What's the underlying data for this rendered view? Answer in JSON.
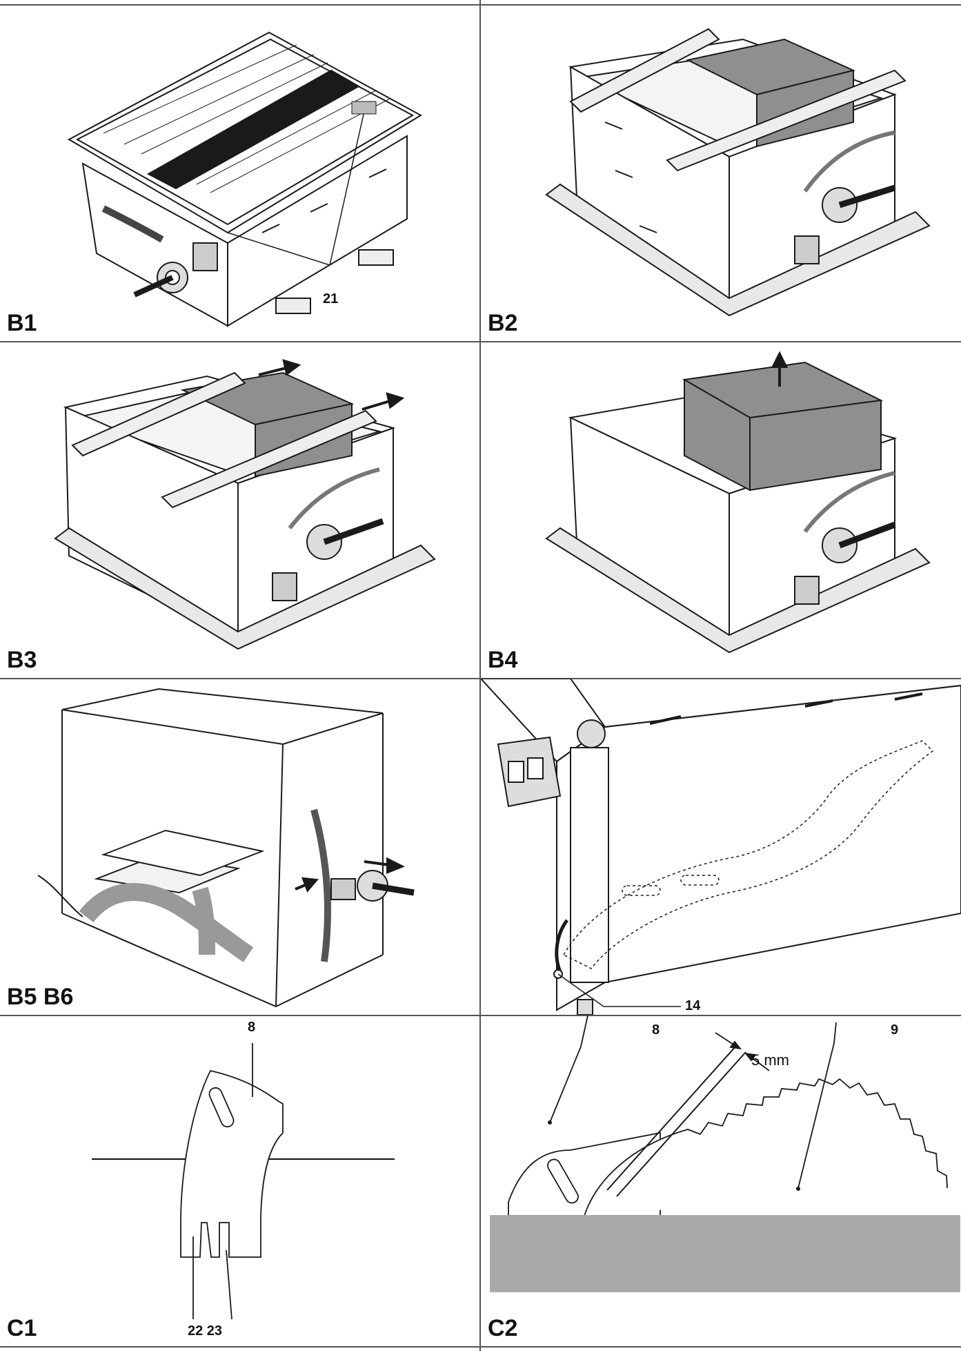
{
  "figures": {
    "b1": {
      "label": "B1",
      "callouts": [
        "21"
      ]
    },
    "b2": {
      "label": "B2"
    },
    "b3": {
      "label": "B3"
    },
    "b4": {
      "label": "B4"
    },
    "b5b6": {
      "label": "B5 B6"
    },
    "b6detail": {
      "callouts": [
        "14"
      ]
    },
    "c1": {
      "label": "C1",
      "callouts": [
        "8",
        "22 23"
      ]
    },
    "c2": {
      "label": "C2",
      "callouts": [
        "8",
        "9"
      ],
      "measurement": "5 mm"
    }
  },
  "colors": {
    "line": "#1a1a1a",
    "rule": "#555555",
    "workpiece": "#a9a9a9",
    "block": "#8f8f8f"
  }
}
